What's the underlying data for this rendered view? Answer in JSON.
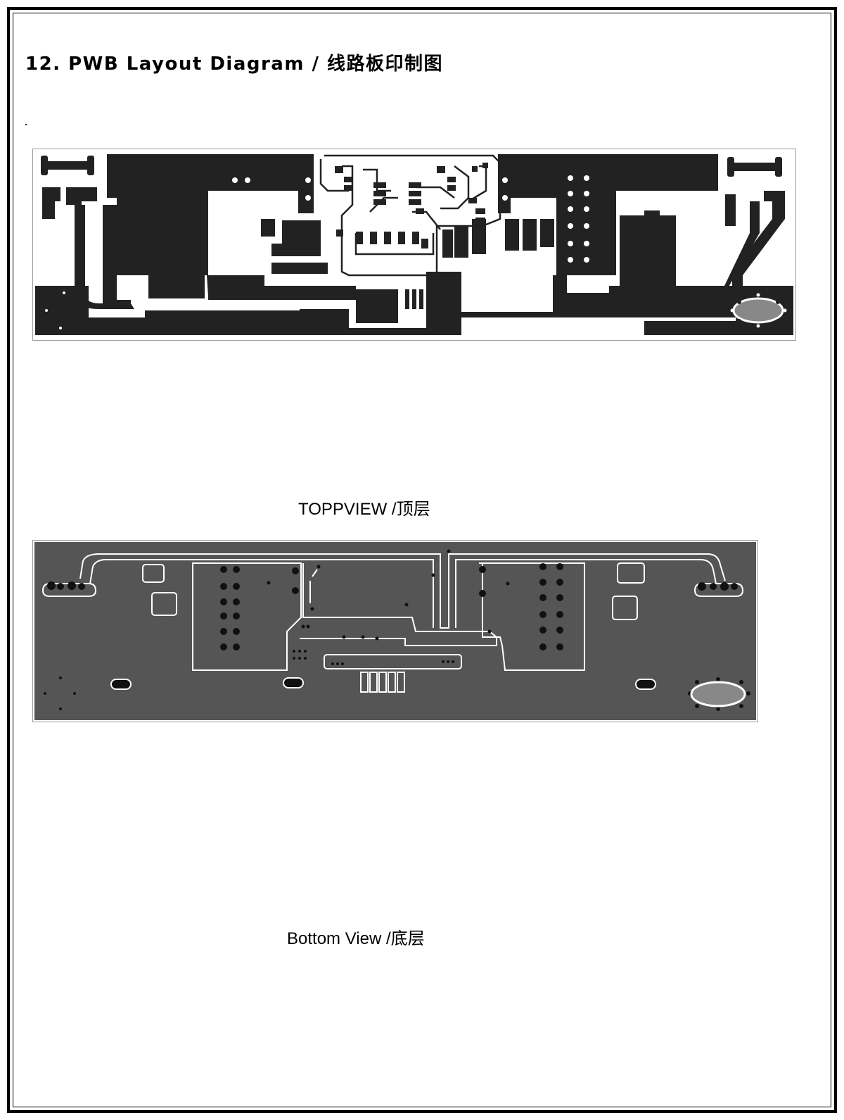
{
  "header": {
    "title": "12. PWB Layout Diagram /  线路板印制图"
  },
  "top_view": {
    "caption": "TOPPVIEW /顶层"
  },
  "bottom_view": {
    "caption": "Bottom View /底层"
  },
  "colors": {
    "copper_dark": "#222222",
    "board_white": "#ffffff",
    "bottom_fill": "#555555",
    "trace_light": "#ffffff",
    "outline": "#999999"
  }
}
